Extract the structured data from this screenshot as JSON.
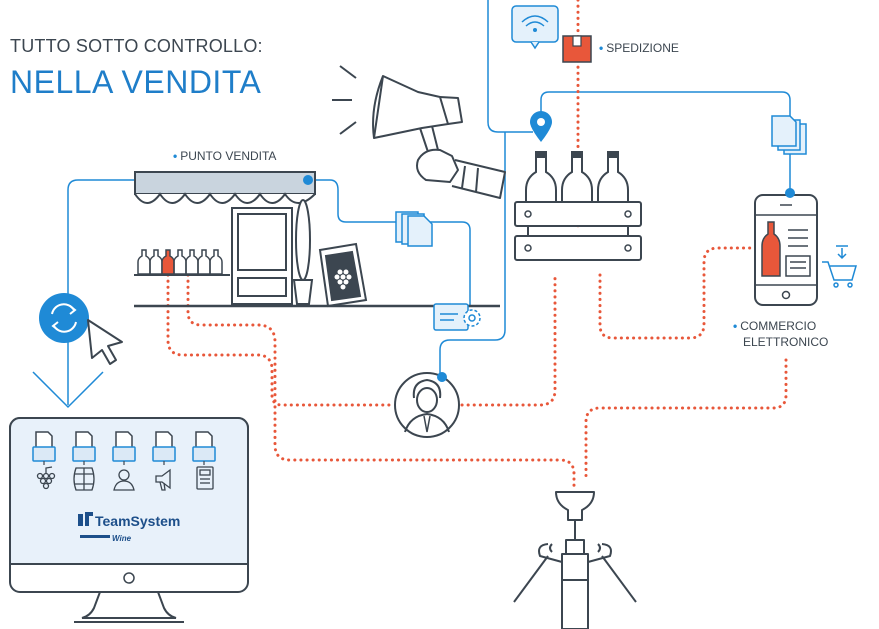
{
  "heading": {
    "subtitle": "TUTTO SOTTO CONTROLLO:",
    "title": "NELLA VENDITA"
  },
  "labels": {
    "punto_vendita": "PUNTO VENDITA",
    "spedizione": "SPEDIZIONE",
    "commercio_line1": "COMMERCIO",
    "commercio_line2": "ELETTRONICO",
    "bullet": "•"
  },
  "software": {
    "brand": "TeamSystem",
    "product": "Wine",
    "module_icons": [
      "grapes-icon",
      "barrel-icon",
      "user-icon",
      "megaphone-icon",
      "calculator-icon"
    ]
  },
  "colors": {
    "accent_blue": "#1f8ad6",
    "title_blue": "#1f7ec9",
    "dotted_orange": "#e8573a",
    "line_gray": "#3c4650",
    "screen_bg": "#e8f1fa"
  }
}
